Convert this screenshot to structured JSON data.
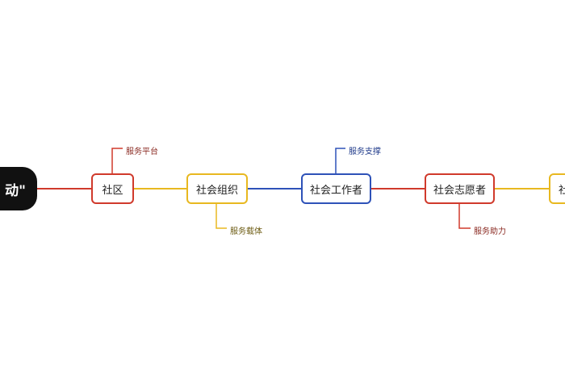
{
  "root": {
    "label": "动\""
  },
  "nodes": [
    {
      "id": "shequ",
      "label": "社区",
      "color": "#d03a2c"
    },
    {
      "id": "shehui-zuzhi",
      "label": "社会组织",
      "color": "#e8b820"
    },
    {
      "id": "shehui-gongzuozhe",
      "label": "社会工作者",
      "color": "#2e52b8"
    },
    {
      "id": "shehui-zhiyuanzhe",
      "label": "社会志愿者",
      "color": "#d03a2c"
    },
    {
      "id": "partial",
      "label": "社",
      "color": "#e8b820"
    }
  ],
  "annotations": [
    {
      "node": "shequ",
      "label": "服务平台",
      "position": "above",
      "color": "#8a2a22"
    },
    {
      "node": "shehui-zuzhi",
      "label": "服务载体",
      "position": "below",
      "color": "#6b5a10"
    },
    {
      "node": "shehui-gongzuozhe",
      "label": "服务支撑",
      "position": "above",
      "color": "#1f3a8a"
    },
    {
      "node": "shehui-zhiyuanzhe",
      "label": "服务助力",
      "position": "below",
      "color": "#8a2a22"
    }
  ],
  "connector_colors": [
    "#d03a2c",
    "#e8b820",
    "#2e52b8",
    "#d03a2c",
    "#e8b820"
  ]
}
